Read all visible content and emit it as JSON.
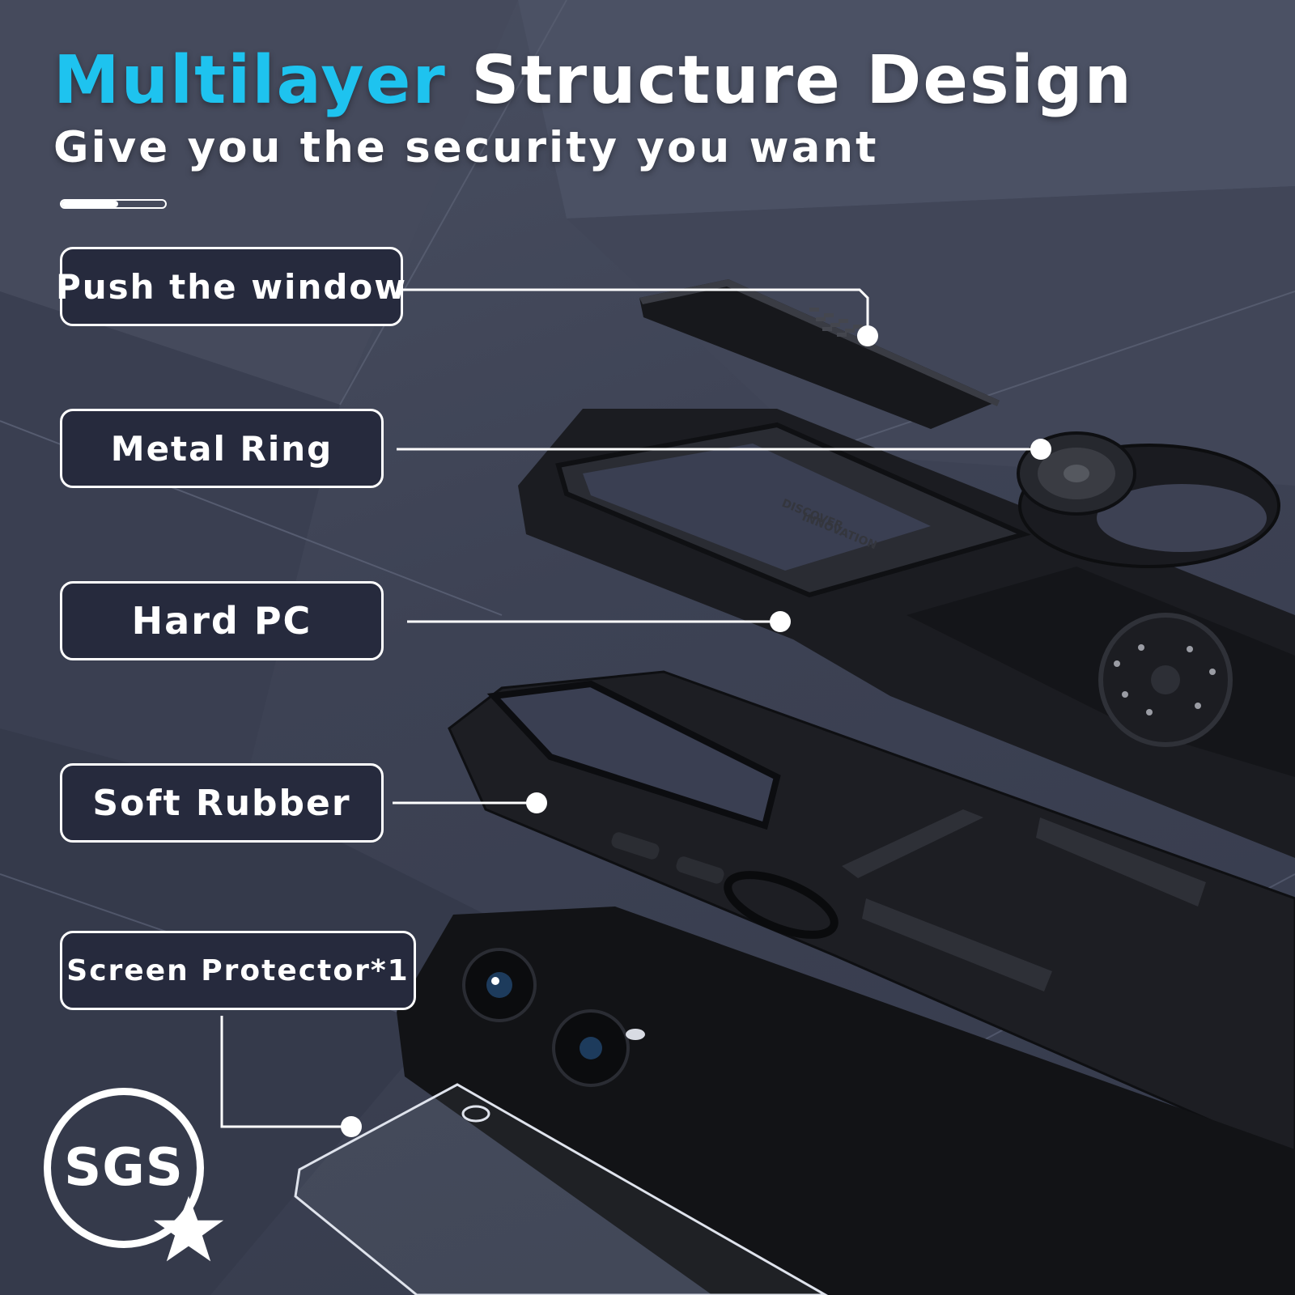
{
  "title": {
    "accent": "Multilayer",
    "rest": "Structure Design"
  },
  "subtitle": "Give you the security you want",
  "progress": {
    "fraction": 0.55
  },
  "labels": {
    "push_window": "Push the window",
    "metal_ring": "Metal Ring",
    "hard_pc": "Hard PC",
    "soft_rubber": "Soft Rubber",
    "screen_protector": "Screen Protector*1"
  },
  "badge": {
    "text": "SGS",
    "icon": "star-icon"
  },
  "engraving": {
    "line1": "DISCOVER",
    "line2": "INNOVATION"
  },
  "colors": {
    "accent": "#1ec3ef",
    "background": "#3e4356",
    "label_fill": "#262a3d",
    "outline": "#ffffff"
  }
}
